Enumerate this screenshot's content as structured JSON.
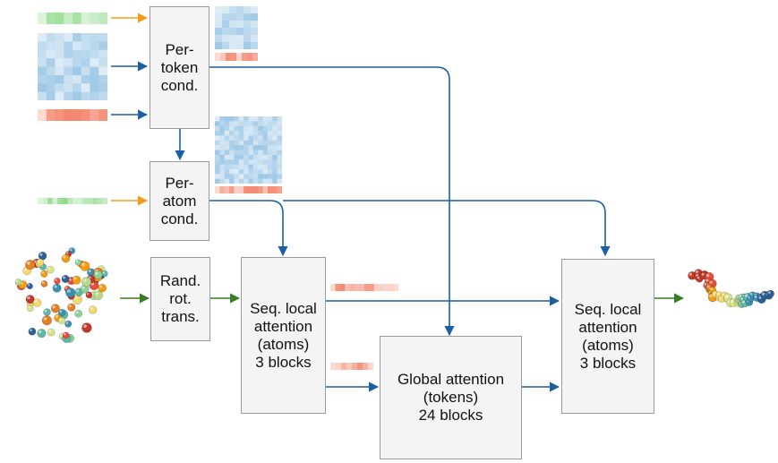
{
  "blocks": {
    "per_token": "Per-\ntoken\ncond.",
    "per_atom": "Per-\natom\ncond.",
    "rand_rot": "Rand.\nrot.\ntrans.",
    "seq_local_1": "Seq. local\nattention\n(atoms)\n3 blocks",
    "global": "Global attention\n(tokens)\n24 blocks",
    "seq_local_2": "Seq. local\nattention\n(atoms)\n3 blocks"
  },
  "colors": {
    "arrow_blue": "#1b5fa6",
    "arrow_orange": "#f29d1a",
    "arrow_green": "#3a7d22",
    "box_fill": "#f4f4f4",
    "box_border": "#9a9a9a",
    "matrix_blue": "#9ec8e6",
    "strip_green": "#8ed98a",
    "strip_red": "#f3836a"
  },
  "icons": {
    "input_structure": "noisy-atom-cloud-icon",
    "output_structure": "denoised-atom-chain-icon"
  }
}
